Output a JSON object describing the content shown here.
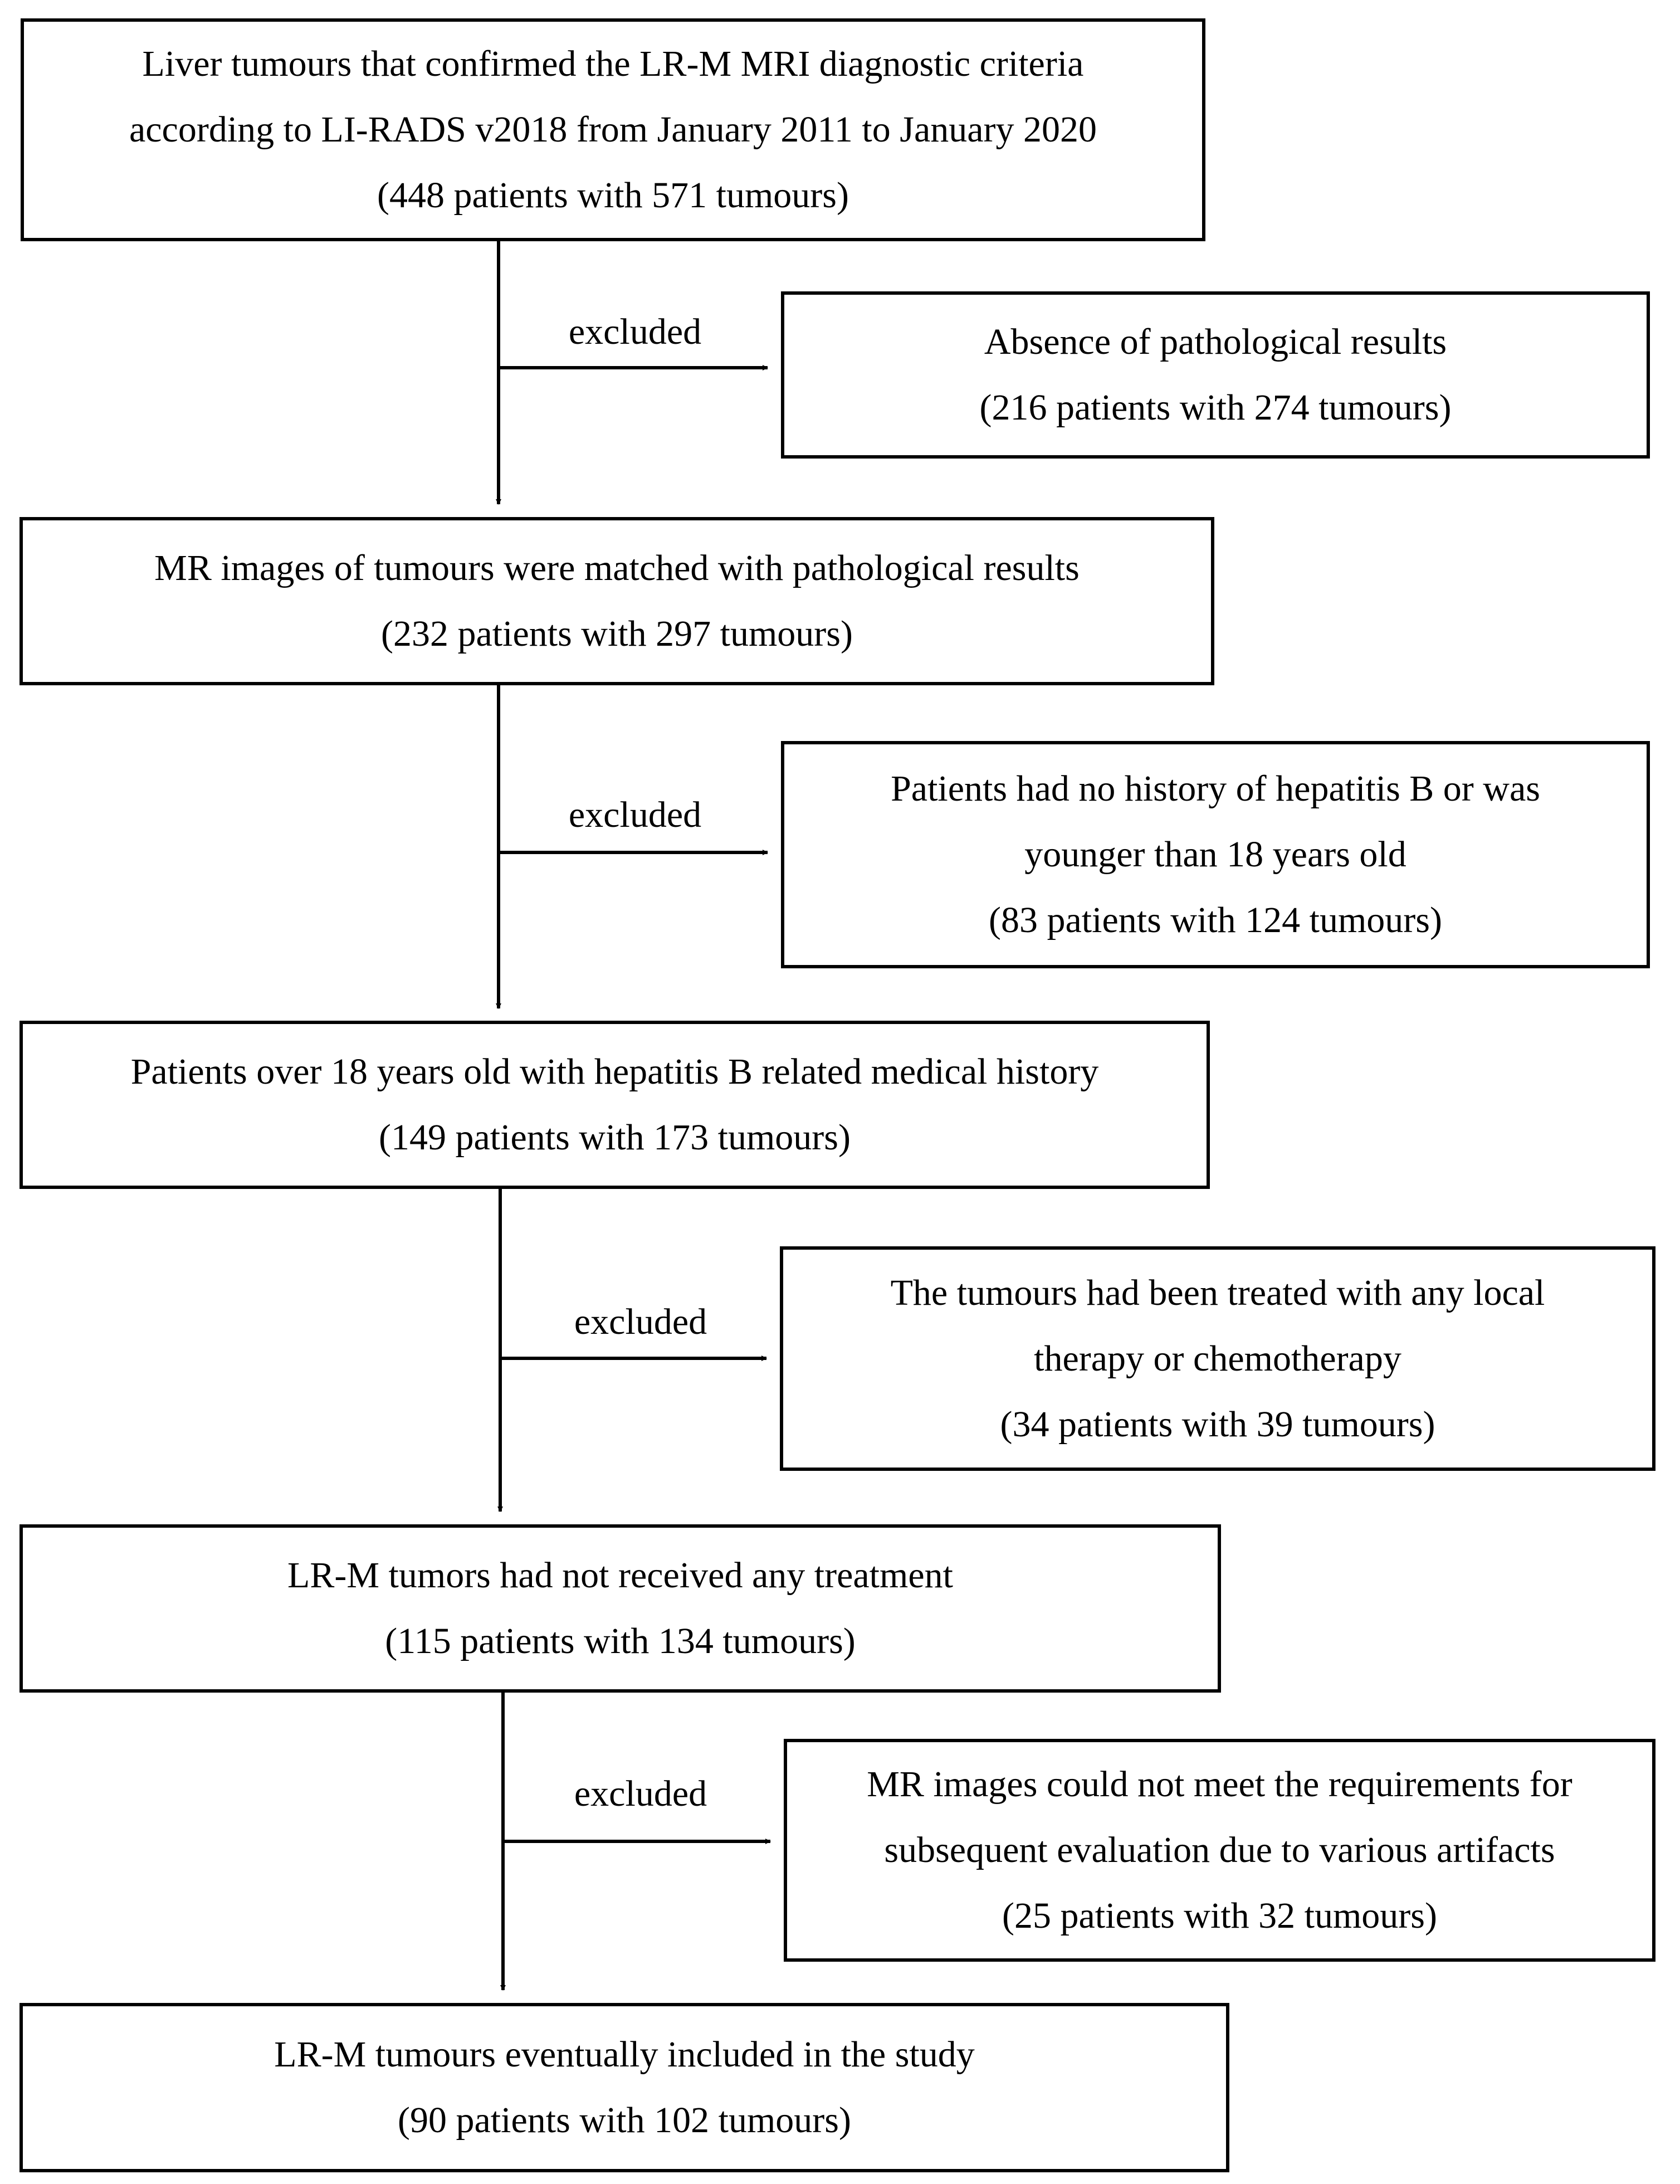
{
  "stages": [
    {
      "lines": [
        "Liver tumours that confirmed the LR-M MRI diagnostic criteria",
        "according to LI-RADS v2018 from January 2011 to January 2020",
        "(448 patients with 571 tumours)"
      ]
    },
    {
      "lines": [
        "MR images of tumours were matched with pathological results",
        "(232 patients with 297 tumours)"
      ]
    },
    {
      "lines": [
        "Patients over 18 years old with hepatitis B related medical history",
        "(149 patients with 173 tumours)"
      ]
    },
    {
      "lines": [
        "LR-M tumors had not received any treatment",
        "(115 patients with 134 tumours)"
      ]
    },
    {
      "lines": [
        "LR-M tumours eventually included in the study",
        "(90 patients with 102 tumours)"
      ]
    }
  ],
  "exclusions": [
    {
      "label": "excluded",
      "lines": [
        "Absence of pathological results",
        "(216 patients with 274 tumours)"
      ]
    },
    {
      "label": "excluded",
      "lines": [
        "Patients had no history of hepatitis B or was",
        "younger than 18 years old",
        "(83 patients with 124 tumours)"
      ]
    },
    {
      "label": "excluded",
      "lines": [
        "The tumours had been treated with any local",
        "therapy or chemotherapy",
        "(34 patients with 39 tumours)"
      ]
    },
    {
      "label": "excluded",
      "lines": [
        "MR images could not meet the requirements for",
        "subsequent evaluation due to various artifacts",
        "(25 patients with 32 tumours)"
      ]
    }
  ]
}
